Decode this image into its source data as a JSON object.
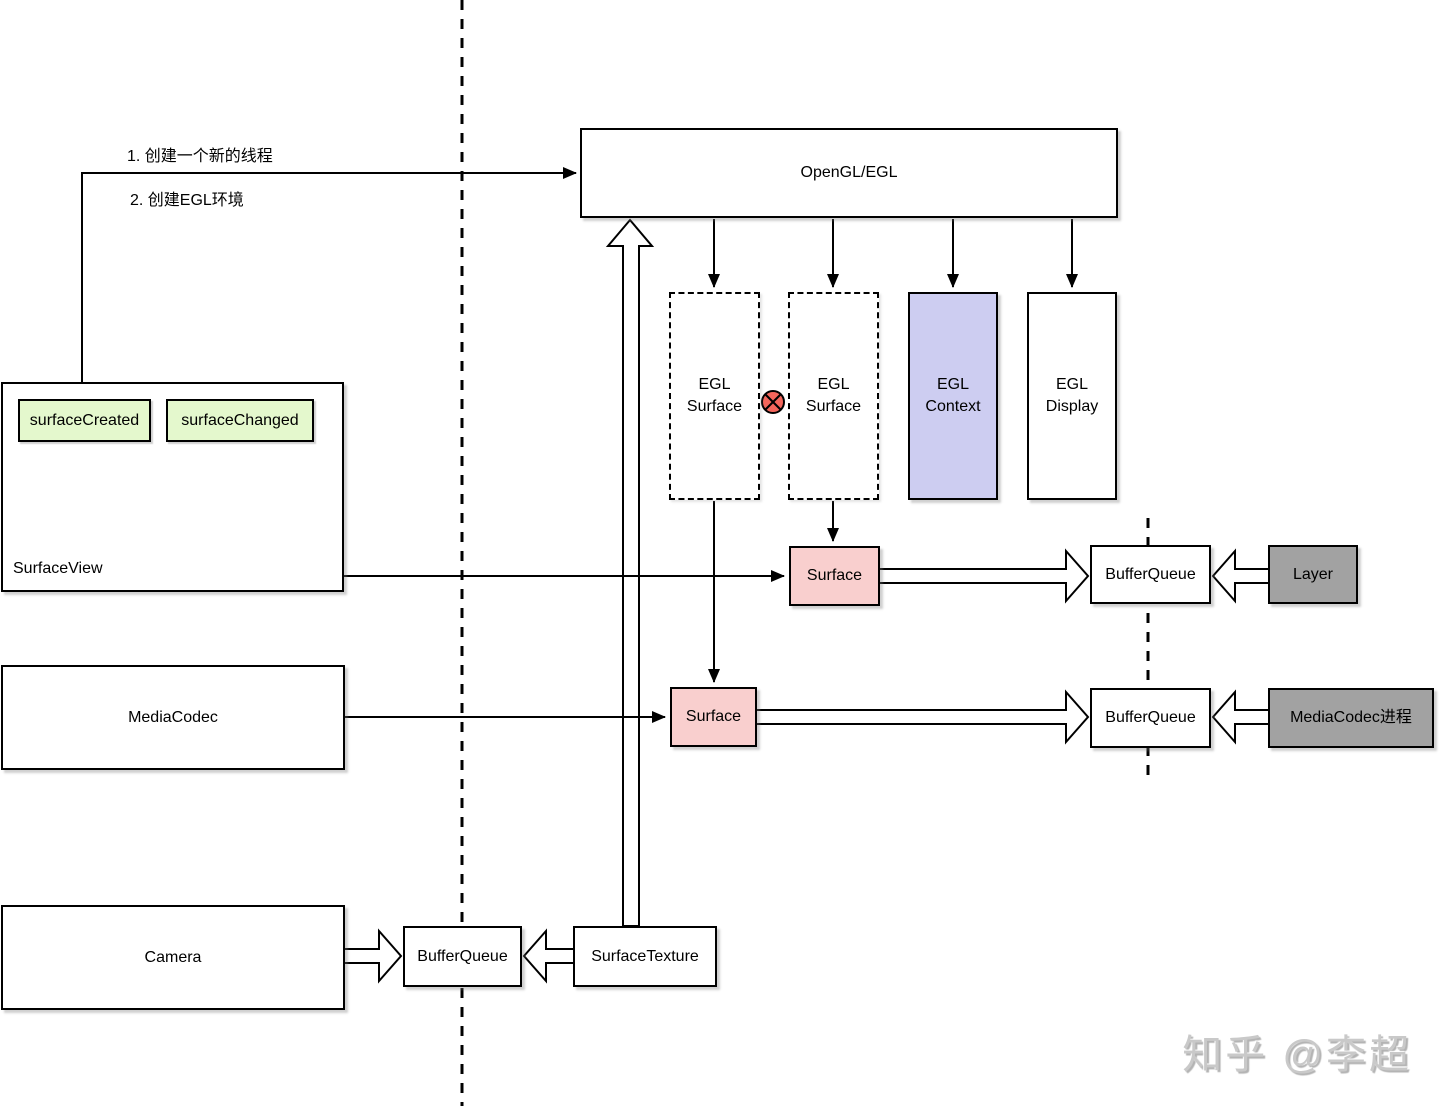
{
  "annotations": {
    "step1": "1. 创建一个新的线程",
    "step2": "2. 创建EGL环境"
  },
  "nodes": {
    "opengl": "OpenGL/EGL",
    "egl_surface_left": "EGL\nSurface",
    "egl_surface_right": "EGL\nSurface",
    "egl_context": "EGL\nContext",
    "egl_display": "EGL\nDisplay",
    "surfaceview": "SurfaceView",
    "surface_created": "surfaceCreated",
    "surface_changed": "surfaceChanged",
    "surface_top": "Surface",
    "bufferqueue_top": "BufferQueue",
    "layer": "Layer",
    "mediacodec": "MediaCodec",
    "surface_mid": "Surface",
    "bufferqueue_mid": "BufferQueue",
    "mediacodec_process": "MediaCodec进程",
    "camera": "Camera",
    "bufferqueue_bottom": "BufferQueue",
    "surfacetexture": "SurfaceTexture"
  },
  "icons": {
    "binding_cross": "crossed-circle"
  },
  "colors": {
    "surface_fill": "#f9cfce",
    "egl_context_fill": "#cdcdf1",
    "callback_fill": "#e4f8cd",
    "process_fill": "#a2a2a2",
    "cross_icon_fill": "#f4665c",
    "line_color": "#000000",
    "watermark_color": "#c9c9c9"
  },
  "watermark": "知乎 @李超"
}
